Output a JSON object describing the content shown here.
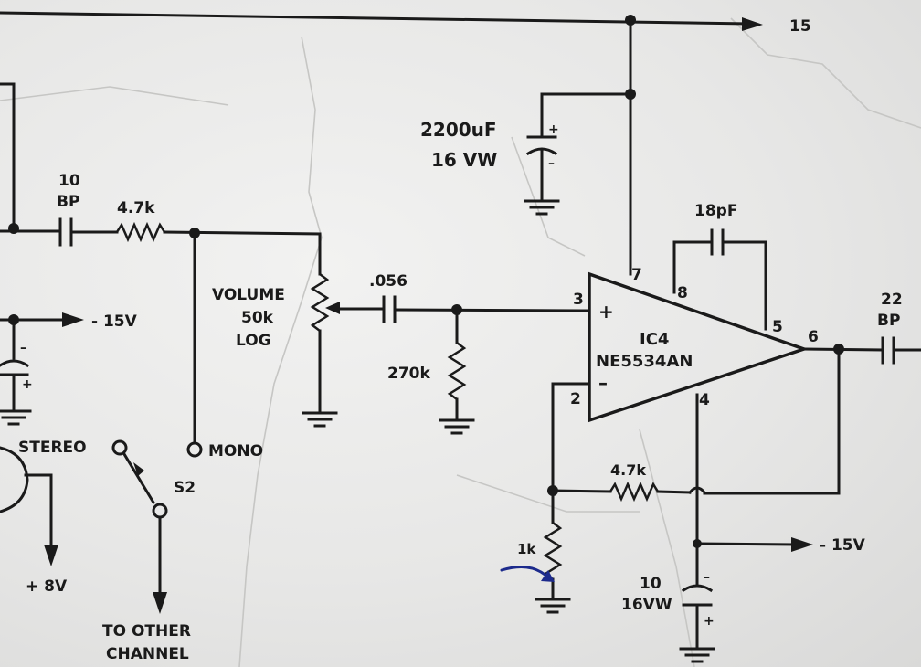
{
  "supply": {
    "pos_rail": "15",
    "neg_left": "- 15V",
    "neg_right": "- 15V",
    "plus8": "+ 8V"
  },
  "components": {
    "c_input_value": "10",
    "c_input_type": "BP",
    "r_input": "4.7k",
    "c_supply_value": "2200uF",
    "c_supply_rating": "16 VW",
    "c_feedback": "18pF",
    "volume_name": "VOLUME",
    "volume_value": "50k",
    "volume_taper": "LOG",
    "c_coupling": ".056",
    "r_bias": "270k",
    "r_feedback": "4.7k",
    "r_ground": "1k",
    "c_bypass_value": "10",
    "c_bypass_rating": "16VW",
    "c_output_value": "22",
    "c_output_type": "BP"
  },
  "ic": {
    "ref": "IC4",
    "part": "NE5534AN",
    "pins": {
      "noninv": "3",
      "inv": "2",
      "vplus": "7",
      "comp1": "8",
      "comp2": "5",
      "out": "6",
      "vminus": "4"
    },
    "plus_sign": "+",
    "minus_sign": "–"
  },
  "switch": {
    "stereo": "STEREO",
    "mono": "MONO",
    "ref": "S2",
    "dest_line1": "TO OTHER",
    "dest_line2": "CHANNEL"
  },
  "colors": {
    "paper": "#e9e9e9",
    "ink": "#1a1a1a",
    "annotation": "#1c2a8c"
  }
}
